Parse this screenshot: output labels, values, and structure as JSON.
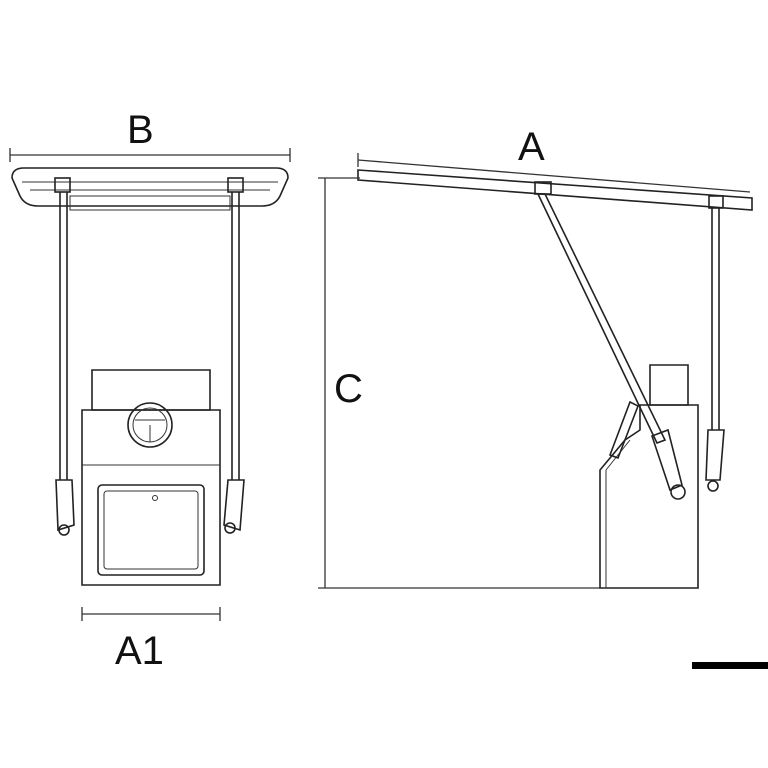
{
  "labels": {
    "width_top": "B",
    "length_top": "A",
    "height": "C",
    "width_base": "A1"
  },
  "views": [
    "front-view",
    "side-view"
  ],
  "colors": {
    "line": "#222222",
    "background": "#ffffff"
  }
}
